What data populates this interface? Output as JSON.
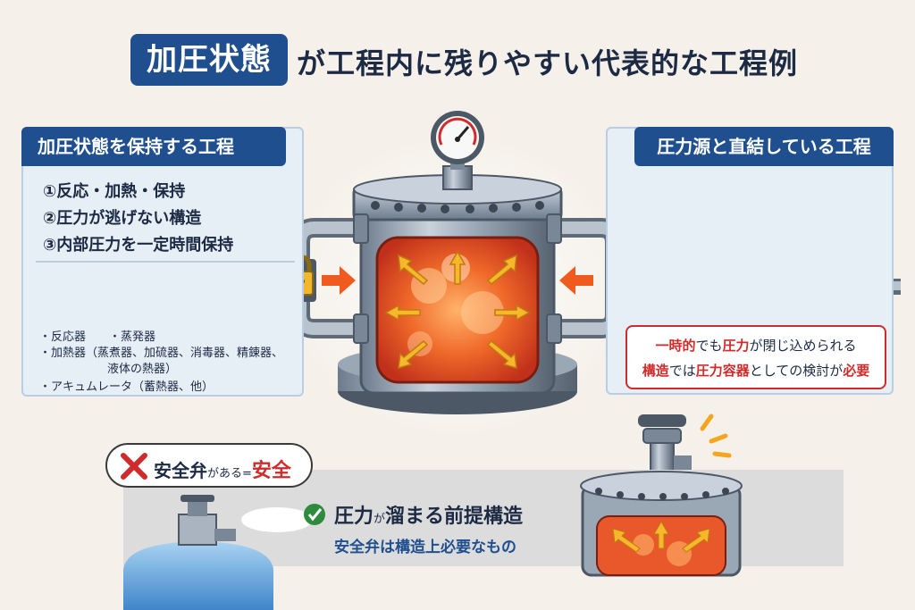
{
  "title": {
    "badge": "加圧状態",
    "rest": "が工程内に残りやすい代表的な工程例"
  },
  "left_panel": {
    "header": "加圧状態を保持する工程",
    "steps": [
      "①反応・加熱・保持",
      "②圧力が逃げない構造",
      "③内部圧力を一定時間保持"
    ],
    "bullets": {
      "line1a": "・反応器",
      "line1b": "・蒸発器",
      "line2": "・加熱器（蒸煮器、加硫器、消毒器、精錬器、",
      "line2_cont": "液体の熱器）",
      "line3": "・アキュムレータ（蓄熱器、他）"
    }
  },
  "right_panel": {
    "header": "圧力源と直結している工程",
    "warning": {
      "p1_red": "一時的",
      "p1_a": "でも",
      "p1_red2": "圧力",
      "p1_b": "が閉じ込められる",
      "p2_red": "構造",
      "p2_a": "では",
      "p2_red2": "圧力容器",
      "p2_b": "としての検討が",
      "p2_red3": "必要"
    }
  },
  "bubble": {
    "text_a": "安全弁",
    "text_small": "がある=",
    "text_red": "安全"
  },
  "bottom": {
    "main_a": "圧力",
    "main_small": "が",
    "main_b": "溜まる",
    "main_c": "前提構造",
    "sub": "安全弁は構造上必要なもの"
  },
  "colors": {
    "navy": "#1f4f8f",
    "red": "#d12a2a",
    "orange": "#f05a1e",
    "green": "#2e8b3e"
  },
  "icons": [
    "pressure-gauge-icon",
    "padlock-icon",
    "valve-closed-icon",
    "check-icon",
    "cross-icon",
    "alert-burst-icon"
  ]
}
